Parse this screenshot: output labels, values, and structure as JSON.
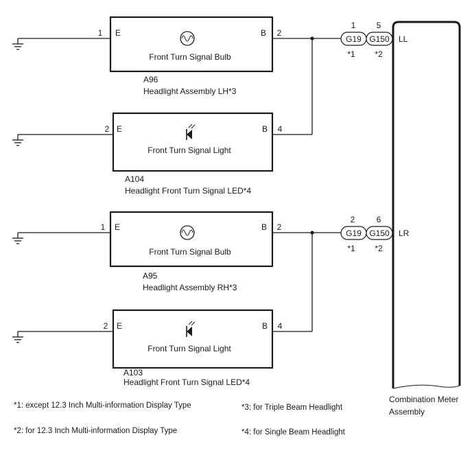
{
  "circuits": [
    {
      "component": "Front Turn Signal Bulb",
      "left_pin": "1",
      "left_term": "E",
      "right_term": "B",
      "right_pin": "2",
      "connector_code": "A96",
      "connector_name": "Headlight Assembly LH*3"
    },
    {
      "component": "Front Turn Signal Light",
      "left_pin": "2",
      "left_term": "E",
      "right_term": "B",
      "right_pin": "4",
      "connector_code": "A104",
      "connector_name": "Headlight Front Turn Signal LED*4"
    },
    {
      "component": "Front Turn Signal Bulb",
      "left_pin": "1",
      "left_term": "E",
      "right_term": "B",
      "right_pin": "2",
      "connector_code": "A95",
      "connector_name": "Headlight Assembly RH*3"
    },
    {
      "component": "Front Turn Signal Light",
      "left_pin": "2",
      "left_term": "E",
      "right_term": "B",
      "right_pin": "4",
      "connector_code": "A103",
      "connector_name": "Headlight Front Turn Signal LED*4"
    }
  ],
  "junctions": [
    {
      "g19_pin": "1",
      "g19": "G19",
      "g19_note": "*1",
      "g150_pin": "5",
      "g150": "G150",
      "g150_note": "*2",
      "signal": "LL"
    },
    {
      "g19_pin": "2",
      "g19": "G19",
      "g19_note": "*1",
      "g150_pin": "6",
      "g150": "G150",
      "g150_note": "*2",
      "signal": "LR"
    }
  ],
  "meter": {
    "line1": "Combination Meter",
    "line2": "Assembly"
  },
  "notes": {
    "n1": "*1: except 12.3 Inch Multi-information Display Type",
    "n2": "*2: for 12.3 Inch Multi-information Display Type",
    "n3": "*3: for Triple Beam Headlight",
    "n4": "*4: for Single Beam Headlight"
  }
}
